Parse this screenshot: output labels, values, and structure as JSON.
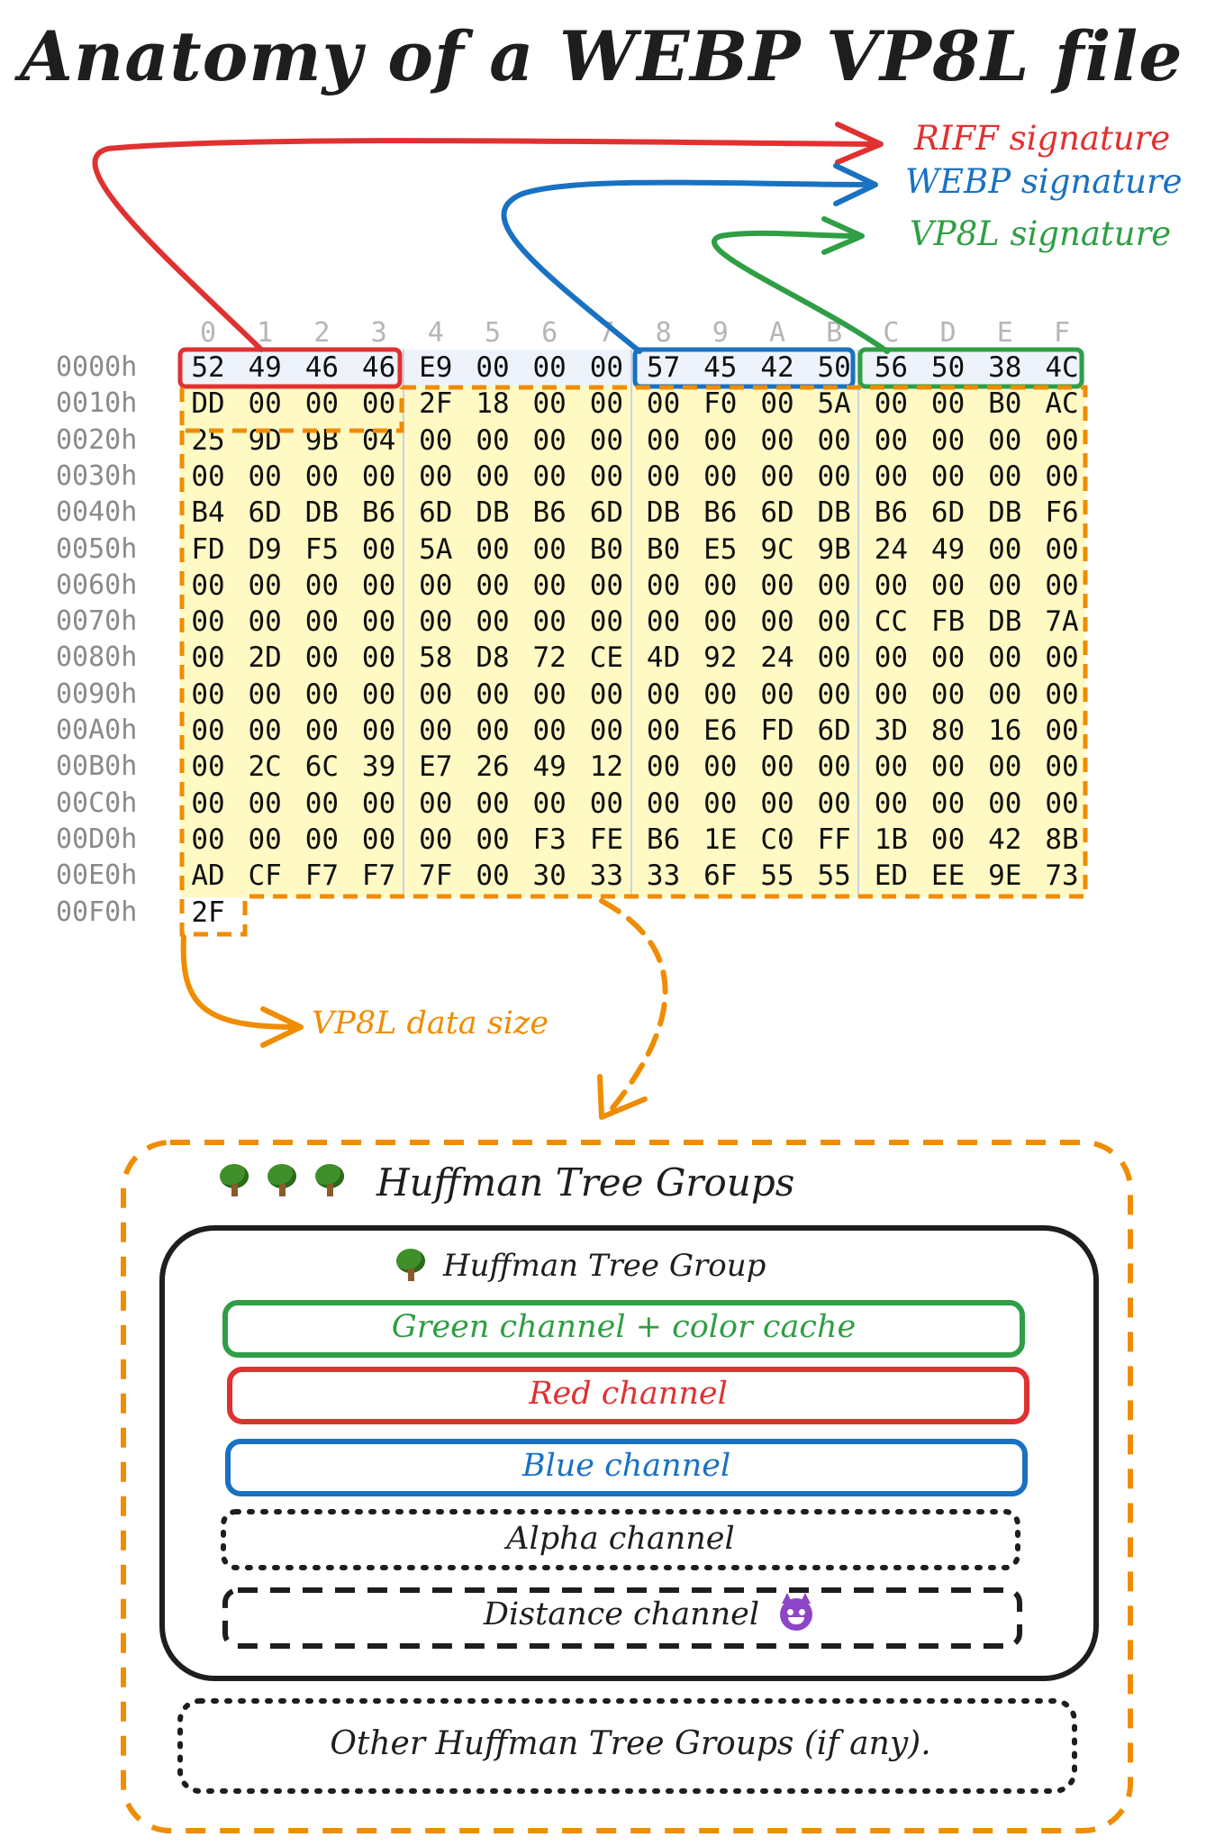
{
  "title": "Anatomy of a WEBP VP8L file",
  "labels": {
    "riff": "RIFF signature",
    "webp": "WEBP signature",
    "vp8l": "VP8L signature",
    "size": "VP8L data size"
  },
  "colors": {
    "riff": "#e03131",
    "webp": "#1971c2",
    "vp8l": "#2f9e44",
    "size": "#f08c00",
    "data_bg": "#fff9c4"
  },
  "hex": {
    "columns": [
      "0",
      "1",
      "2",
      "3",
      "4",
      "5",
      "6",
      "7",
      "8",
      "9",
      "A",
      "B",
      "C",
      "D",
      "E",
      "F"
    ],
    "rows": [
      {
        "offset": "0000h",
        "bytes": [
          "52",
          "49",
          "46",
          "46",
          "E9",
          "00",
          "00",
          "00",
          "57",
          "45",
          "42",
          "50",
          "56",
          "50",
          "38",
          "4C"
        ]
      },
      {
        "offset": "0010h",
        "bytes": [
          "DD",
          "00",
          "00",
          "00",
          "2F",
          "18",
          "00",
          "00",
          "00",
          "F0",
          "00",
          "5A",
          "00",
          "00",
          "B0",
          "AC"
        ]
      },
      {
        "offset": "0020h",
        "bytes": [
          "25",
          "9D",
          "9B",
          "04",
          "00",
          "00",
          "00",
          "00",
          "00",
          "00",
          "00",
          "00",
          "00",
          "00",
          "00",
          "00"
        ]
      },
      {
        "offset": "0030h",
        "bytes": [
          "00",
          "00",
          "00",
          "00",
          "00",
          "00",
          "00",
          "00",
          "00",
          "00",
          "00",
          "00",
          "00",
          "00",
          "00",
          "00"
        ]
      },
      {
        "offset": "0040h",
        "bytes": [
          "B4",
          "6D",
          "DB",
          "B6",
          "6D",
          "DB",
          "B6",
          "6D",
          "DB",
          "B6",
          "6D",
          "DB",
          "B6",
          "6D",
          "DB",
          "F6"
        ]
      },
      {
        "offset": "0050h",
        "bytes": [
          "FD",
          "D9",
          "F5",
          "00",
          "5A",
          "00",
          "00",
          "B0",
          "B0",
          "E5",
          "9C",
          "9B",
          "24",
          "49",
          "00",
          "00"
        ]
      },
      {
        "offset": "0060h",
        "bytes": [
          "00",
          "00",
          "00",
          "00",
          "00",
          "00",
          "00",
          "00",
          "00",
          "00",
          "00",
          "00",
          "00",
          "00",
          "00",
          "00"
        ]
      },
      {
        "offset": "0070h",
        "bytes": [
          "00",
          "00",
          "00",
          "00",
          "00",
          "00",
          "00",
          "00",
          "00",
          "00",
          "00",
          "00",
          "CC",
          "FB",
          "DB",
          "7A"
        ]
      },
      {
        "offset": "0080h",
        "bytes": [
          "00",
          "2D",
          "00",
          "00",
          "58",
          "D8",
          "72",
          "CE",
          "4D",
          "92",
          "24",
          "00",
          "00",
          "00",
          "00",
          "00"
        ]
      },
      {
        "offset": "0090h",
        "bytes": [
          "00",
          "00",
          "00",
          "00",
          "00",
          "00",
          "00",
          "00",
          "00",
          "00",
          "00",
          "00",
          "00",
          "00",
          "00",
          "00"
        ]
      },
      {
        "offset": "00A0h",
        "bytes": [
          "00",
          "00",
          "00",
          "00",
          "00",
          "00",
          "00",
          "00",
          "00",
          "E6",
          "FD",
          "6D",
          "3D",
          "80",
          "16",
          "00"
        ]
      },
      {
        "offset": "00B0h",
        "bytes": [
          "00",
          "2C",
          "6C",
          "39",
          "E7",
          "26",
          "49",
          "12",
          "00",
          "00",
          "00",
          "00",
          "00",
          "00",
          "00",
          "00"
        ]
      },
      {
        "offset": "00C0h",
        "bytes": [
          "00",
          "00",
          "00",
          "00",
          "00",
          "00",
          "00",
          "00",
          "00",
          "00",
          "00",
          "00",
          "00",
          "00",
          "00",
          "00"
        ]
      },
      {
        "offset": "00D0h",
        "bytes": [
          "00",
          "00",
          "00",
          "00",
          "00",
          "00",
          "F3",
          "FE",
          "B6",
          "1E",
          "C0",
          "FF",
          "1B",
          "00",
          "42",
          "8B"
        ]
      },
      {
        "offset": "00E0h",
        "bytes": [
          "AD",
          "CF",
          "F7",
          "F7",
          "7F",
          "00",
          "30",
          "33",
          "33",
          "6F",
          "55",
          "55",
          "ED",
          "EE",
          "9E",
          "73"
        ]
      },
      {
        "offset": "00F0h",
        "bytes": [
          "2F"
        ]
      }
    ]
  },
  "groups": {
    "title": "Huffman Tree Groups",
    "group": {
      "title": "Huffman Tree Group",
      "channels": [
        {
          "label": "Green channel + color cache",
          "color": "#2f9e44",
          "style": "solid"
        },
        {
          "label": "Red channel",
          "color": "#e03131",
          "style": "solid"
        },
        {
          "label": "Blue channel",
          "color": "#1971c2",
          "style": "solid"
        },
        {
          "label": "Alpha channel",
          "color": "#1e1e1e",
          "style": "dotted"
        },
        {
          "label": "Distance channel",
          "color": "#1e1e1e",
          "style": "dashed"
        }
      ]
    },
    "other": "Other Huffman Tree Groups (if any)."
  }
}
